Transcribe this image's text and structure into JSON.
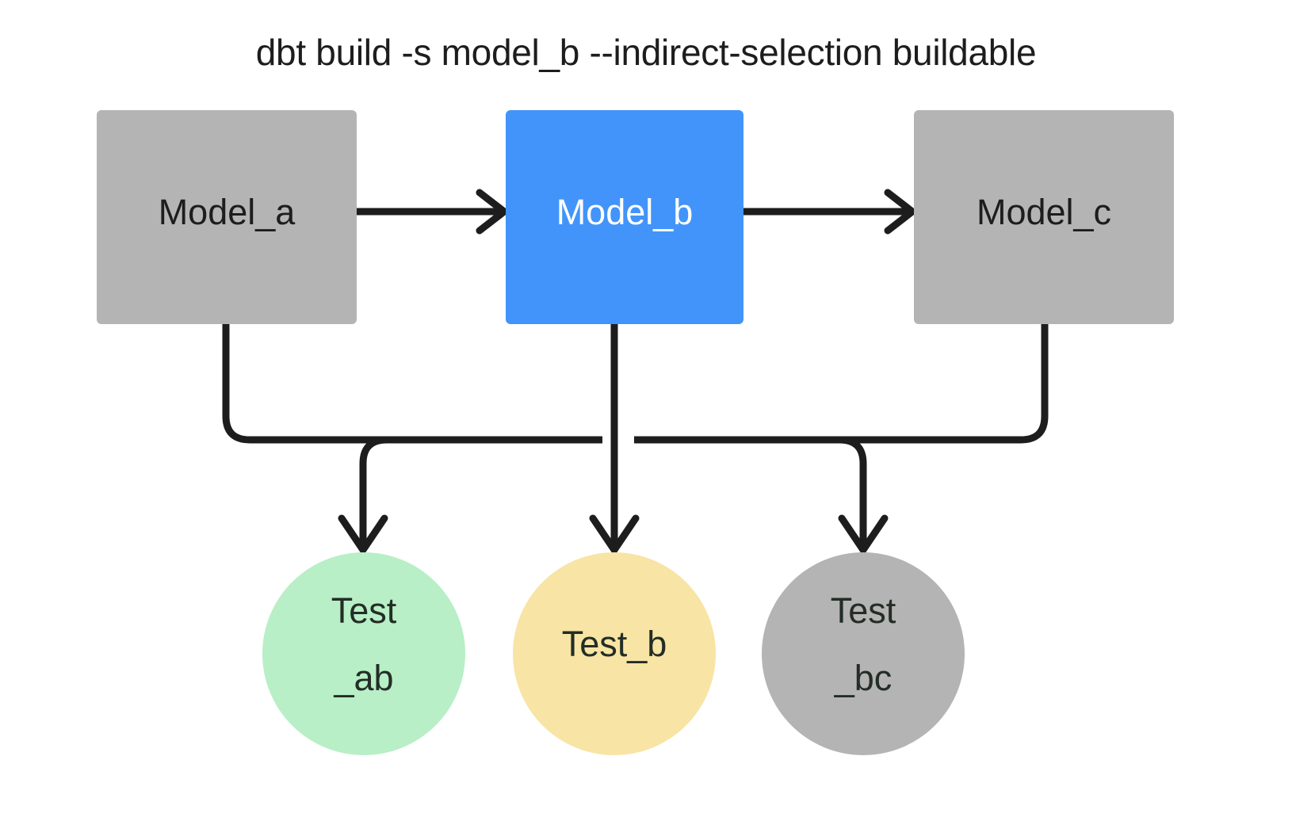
{
  "title": "dbt build -s model_b --indirect-selection buildable",
  "colors": {
    "background": "#ffffff",
    "gray_node": "#b4b4b4",
    "selected_blue": "#4294fa",
    "test_green": "#b8efc6",
    "test_yellow": "#f8e4a4",
    "test_gray": "#b4b4b4",
    "edge": "#1d1d1d",
    "text_dark": "#1d1d1d",
    "text_light": "#ffffff"
  },
  "models": [
    {
      "id": "model_a",
      "label": "Model_a",
      "state": "unselected",
      "fill": "#b4b4b4",
      "text_color": "#1d1d1d"
    },
    {
      "id": "model_b",
      "label": "Model_b",
      "state": "selected",
      "fill": "#4294fa",
      "text_color": "#ffffff"
    },
    {
      "id": "model_c",
      "label": "Model_c",
      "state": "unselected",
      "fill": "#b4b4b4",
      "text_color": "#1d1d1d"
    }
  ],
  "tests": [
    {
      "id": "test_ab",
      "label": "Test_ab",
      "line1": "Test",
      "line2": "_ab",
      "state": "selected",
      "fill": "#b8efc6"
    },
    {
      "id": "test_b",
      "label": "Test_b",
      "line1": "Test_b",
      "line2": "",
      "state": "warning",
      "fill": "#f8e4a4"
    },
    {
      "id": "test_bc",
      "label": "Test_bc",
      "line1": "Test",
      "line2": "_bc",
      "state": "unselected",
      "fill": "#b4b4b4"
    }
  ],
  "edges": [
    {
      "id": "model_a-to-model_b",
      "from": "model_a",
      "to": "model_b",
      "kind": "arrow-right"
    },
    {
      "id": "model_b-to-model_c",
      "from": "model_b",
      "to": "model_c",
      "kind": "arrow-right"
    },
    {
      "id": "model_a-to-test_ab",
      "from": "model_a",
      "to": "test_ab",
      "kind": "elbow-down"
    },
    {
      "id": "model_b-to-test_ab",
      "from": "model_b",
      "to": "test_ab",
      "kind": "elbow-down"
    },
    {
      "id": "model_b-to-test_b",
      "from": "model_b",
      "to": "test_b",
      "kind": "straight-down"
    },
    {
      "id": "model_b-to-test_bc",
      "from": "model_b",
      "to": "test_bc",
      "kind": "elbow-down"
    },
    {
      "id": "model_c-to-test_bc",
      "from": "model_c",
      "to": "test_bc",
      "kind": "elbow-down"
    }
  ]
}
